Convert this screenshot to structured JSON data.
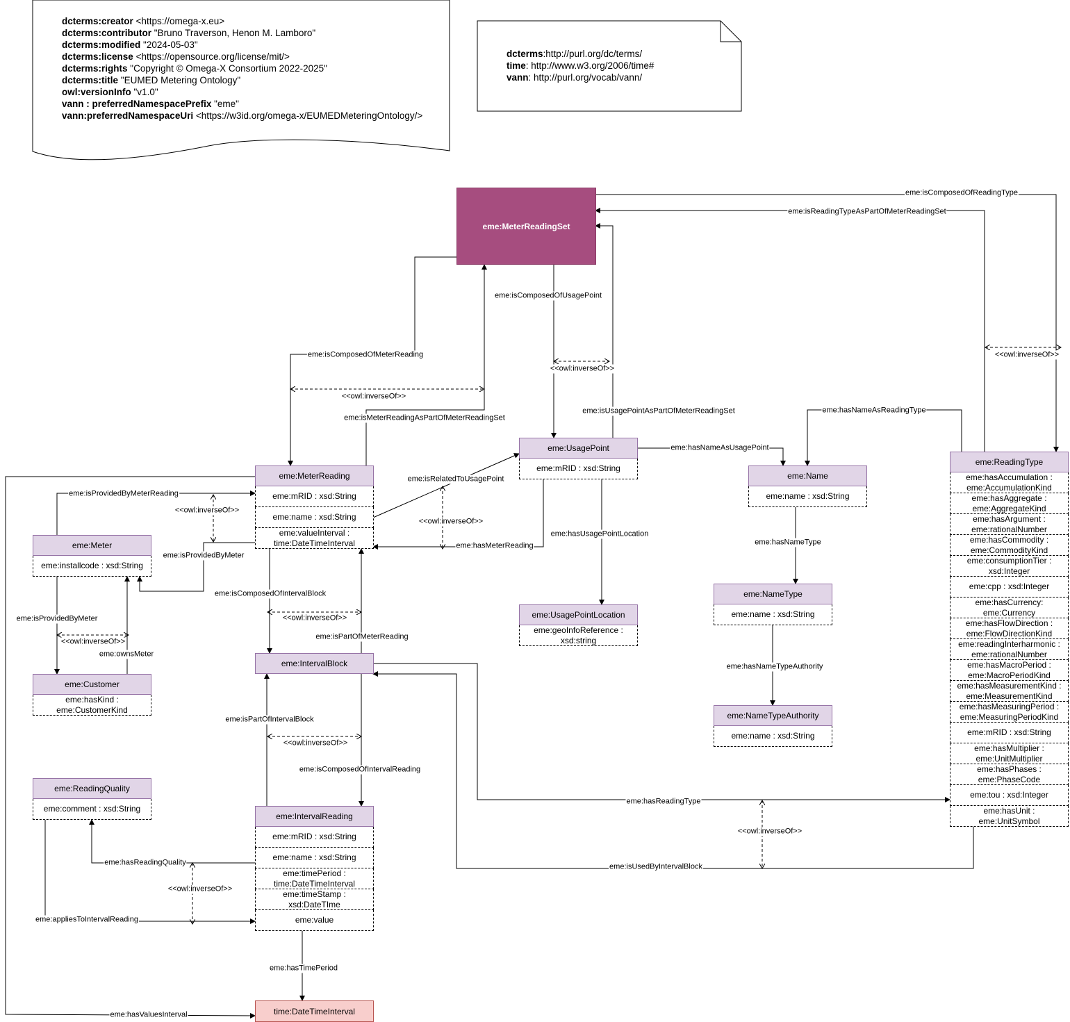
{
  "metadata_note": {
    "lines": [
      {
        "key": "dcterms:creator",
        "value": " <https://omega-x.eu>"
      },
      {
        "key": "dcterms:contributor",
        "value": " \"Bruno Traverson, Henon M. Lamboro\""
      },
      {
        "key": "dcterms:modified",
        "value": " \"2024-05-03\""
      },
      {
        "key": "dcterms:license",
        "value": " <https://opensource.org/license/mit/>"
      },
      {
        "key": "dcterms:rights",
        "value": " \"Copyright © Omega-X Consortium 2022-2025\""
      },
      {
        "key": "dcterms:title",
        "value": " \"EUMED Metering Ontology\""
      },
      {
        "key": "owl:versionInfo",
        "value": "  \"v1.0\""
      },
      {
        "key": "vann : preferredNamespacePrefix",
        "value": " \"eme\""
      },
      {
        "key": "vann:preferredNamespaceUri",
        "value": " <https://w3id.org/omega-x/EUMEDMeteringOntology/>"
      }
    ]
  },
  "namespace_note": {
    "lines": [
      {
        "key": "dcterms",
        "value": ":http://purl.org/dc/terms/"
      },
      {
        "key": "time",
        "value": ": http://www.w3.org/2006/time#"
      },
      {
        "key": "vann",
        "value": ": http://purl.org/vocab/vann/"
      }
    ]
  },
  "classes": {
    "meterReadingSet": {
      "name": "eme:MeterReadingSet"
    },
    "usagePoint": {
      "name": "eme:UsagePoint",
      "attrs": [
        "eme:mRID : xsd:String"
      ]
    },
    "usagePointLocation": {
      "name": "eme:UsagePointLocation",
      "attrs": [
        "eme:geoInfoReference : xsd:string"
      ]
    },
    "name": {
      "name": "eme:Name",
      "attrs": [
        "eme:name : xsd:String"
      ]
    },
    "nameType": {
      "name": "eme:NameType",
      "attrs": [
        "eme:name : xsd:String"
      ]
    },
    "nameTypeAuthority": {
      "name": "eme:NameTypeAuthority",
      "attrs": [
        "eme:name : xsd:String"
      ]
    },
    "meterReading": {
      "name": "eme:MeterReading",
      "attrs": [
        "eme:mRID : xsd:String",
        "eme:name : xsd:String",
        "eme:valueInterval : time:DateTimeInterval"
      ]
    },
    "meter": {
      "name": "eme:Meter",
      "attrs": [
        "eme:installcode : xsd:String"
      ]
    },
    "customer": {
      "name": "eme:Customer",
      "attrs": [
        "eme:hasKind : eme:CustomerKind"
      ]
    },
    "intervalBlock": {
      "name": "eme:IntervalBlock"
    },
    "readingQuality": {
      "name": "eme:ReadingQuality",
      "attrs": [
        "eme:comment : xsd:String"
      ]
    },
    "intervalReading": {
      "name": "eme:IntervalReading",
      "attrs": [
        "eme:mRID : xsd:String",
        "eme:name : xsd:String",
        "eme:timePeriod : time:DateTimeInterval",
        "eme:timeStamp : xsd:DateTIme",
        "eme:value"
      ]
    },
    "dateTimeInterval": {
      "name": "time:DateTimeInterval"
    },
    "readingType": {
      "name": "eme:ReadingType",
      "attrs": [
        "eme:hasAccumulation : eme:AccumulationKind",
        "eme:hasAggregate : eme:AggregateKind",
        "eme:hasArgument : eme:rationalNumber",
        "eme:hasCommodity : eme:CommodityKind",
        "eme:consumptionTier : xsd:Integer",
        "eme:cpp : xsd:Integer",
        "eme:hasCurrency: eme:Currency",
        "eme:hasFlowDirection : eme:FlowDirectionKind",
        "eme:readingInterharmonic : eme:rationalNumber",
        "eme:hasMacroPeriod : eme:MacroPeriodKind",
        "eme:hasMeasurementKind : eme:MeasurementKind",
        "eme:hasMeasuringPeriod : eme:MeasuringPeriodKind",
        "eme:mRID : xsd:String",
        "eme:hasMultiplier : eme:UnitMultiplier",
        "eme:hasPhases : eme:PhaseCode",
        "eme:tou : xsd:Integer",
        "eme:hasUnit : eme:UnitSymbol"
      ]
    }
  },
  "edges": {
    "isComposedOfReadingType": "eme:isComposedOfReadingType",
    "isReadingTypeAsPartOfMeterReadingSet": "eme:isReadingTypeAsPartOfMeterReadingSet",
    "isComposedOfUsagePoint": "eme:isComposedOfUsagePoint",
    "isComposedOfMeterReading": "eme:isComposedOfMeterReading",
    "isUsagePointAsPartOfMeterReadingSet": "eme:isUsagePointAsPartOfMeterReadingSet",
    "isMeterReadingAsPartOfMeterReadingSet": "eme:isMeterReadingAsPartOfMeterReadingSet",
    "hasNameAsReadingType": "eme:hasNameAsReadingType",
    "hasNameAsUsagePoint": "eme:hasNameAsUsagePoint",
    "isRelatedToUsagePoint": "eme:isRelatedToUsagePoint",
    "isProvidedByMeterReading": "eme:isProvidedByMeterReading",
    "hasMeterReading": "eme:hasMeterReading",
    "hasUsagePointLocation": "eme:hasUsagePointLocation",
    "hasNameType": "eme:hasNameType",
    "isProvidedByMeter1": "eme:isProvidedByMeter",
    "isProvidedByMeter2": "eme:isProvidedByMeter",
    "isComposedOfIntervalBlock": "eme:isComposedOfIntervalBlock",
    "isPartOfMeterReading": "eme:isPartOfMeterReading",
    "ownsMeter": "eme:ownsMeter",
    "hasNameTypeAuthority": "eme:hasNameTypeAuthority",
    "isPartOfIntervalBlock": "eme:isPartOfIntervalBlock",
    "isComposedOfIntervalReading": "eme:isComposedOfIntervalReading",
    "hasReadingType": "eme:hasReadingType",
    "hasReadingQuality": "eme:hasReadingQuality",
    "isUsedByIntervalBlock": "eme:isUsedByIntervalBlock",
    "appliesToIntervalReading": "eme:appliesToIntervalReading",
    "hasTimePeriod": "eme:hasTimePeriod",
    "hasValuesInterval": "eme:hasValuesInterval",
    "inverseOf": "<<owl:inverseOf>>"
  }
}
